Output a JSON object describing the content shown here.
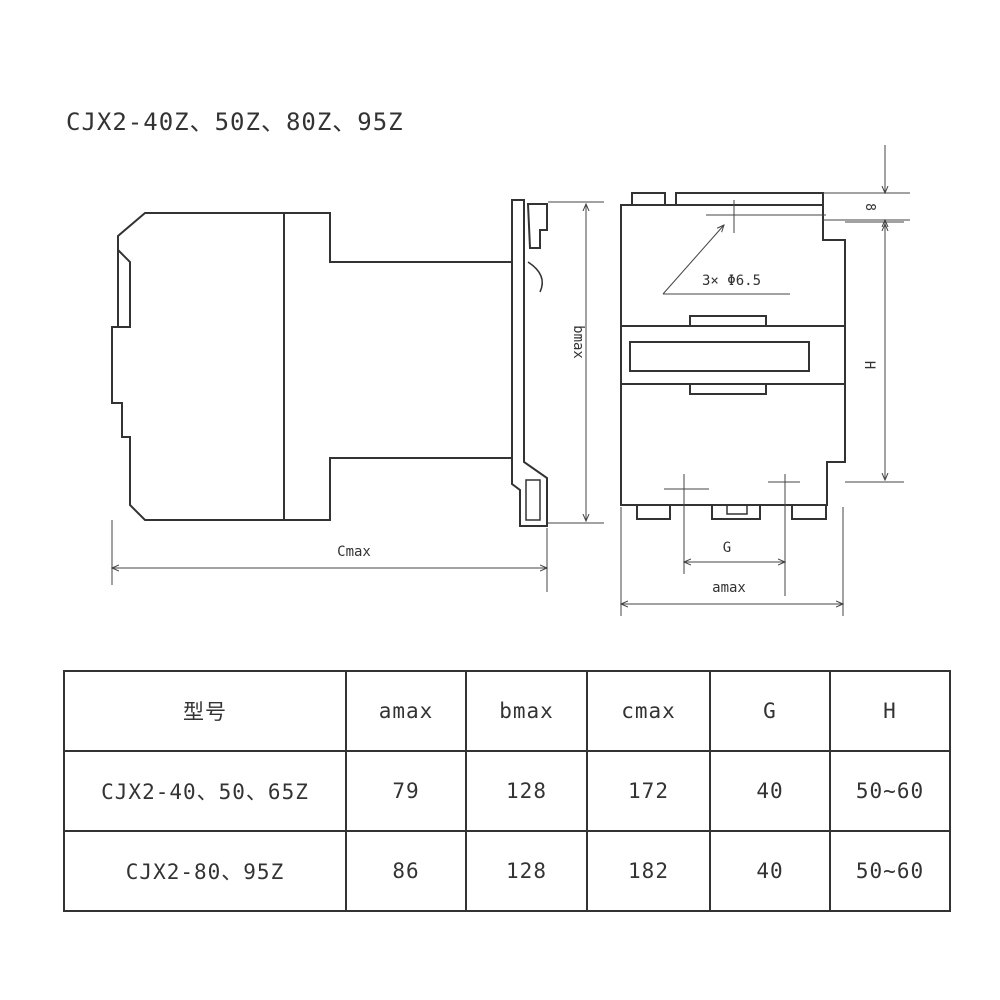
{
  "title": "CJX2-40Z、50Z、80Z、95Z",
  "drawing": {
    "side_view": {
      "dimension_label": "Cmax"
    },
    "front_view": {
      "height_label": "bmax"
    },
    "top_view": {
      "holes_label": "3× Φ6.5",
      "offset_label": "8",
      "h_label": "H",
      "g_label": "G",
      "a_label": "amax"
    }
  },
  "table": {
    "headers": [
      "型号",
      "amax",
      "bmax",
      "cmax",
      "G",
      "H"
    ],
    "rows": [
      [
        "CJX2-40、50、65Z",
        "79",
        "128",
        "172",
        "40",
        "50~60"
      ],
      [
        "CJX2-80、95Z",
        "86",
        "128",
        "182",
        "40",
        "50~60"
      ]
    ]
  }
}
